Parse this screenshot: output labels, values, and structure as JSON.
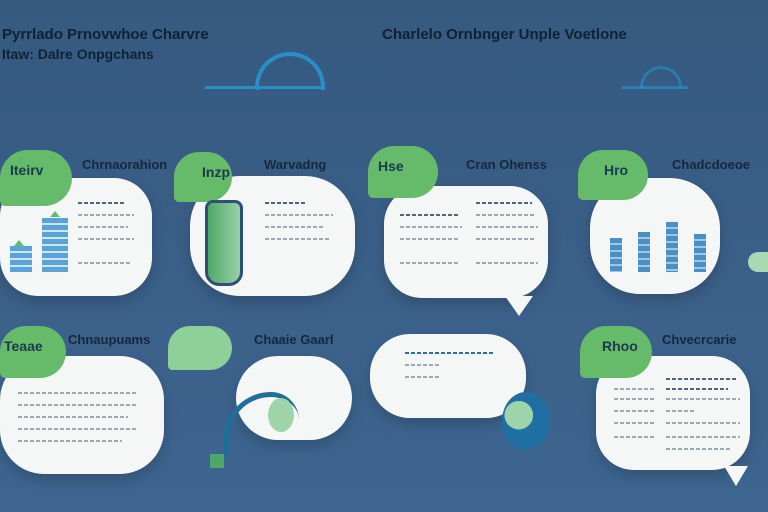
{
  "header": {
    "left_line1": "Pyrrlado Prnovwhoe Charvre",
    "left_line2": "Itaw: Dalre Onpgchans",
    "center": "Charlelo Ornbnger Unple Voetlone"
  },
  "cards": [
    {
      "tab": "Iteirv",
      "label": "Chrnaorahion"
    },
    {
      "tab": "Inzp",
      "label": "Warvadng"
    },
    {
      "tab": "Hse",
      "label": "Cran Ohenss"
    },
    {
      "tab": "Hro",
      "label": "Chadcdoeoe"
    },
    {
      "tab": "Teaae",
      "label": "Chnaupuams"
    },
    {
      "tab": "",
      "label": "Chaaie Gaarl"
    },
    {
      "tab": "",
      "label": ""
    },
    {
      "tab": "Rhoo",
      "label": "Chvecrcarie"
    }
  ],
  "colors": {
    "background": "#3a5f8a",
    "tab": "#66bb6a",
    "bubble": "#f4f7f6",
    "accent": "#2a8fc8"
  }
}
